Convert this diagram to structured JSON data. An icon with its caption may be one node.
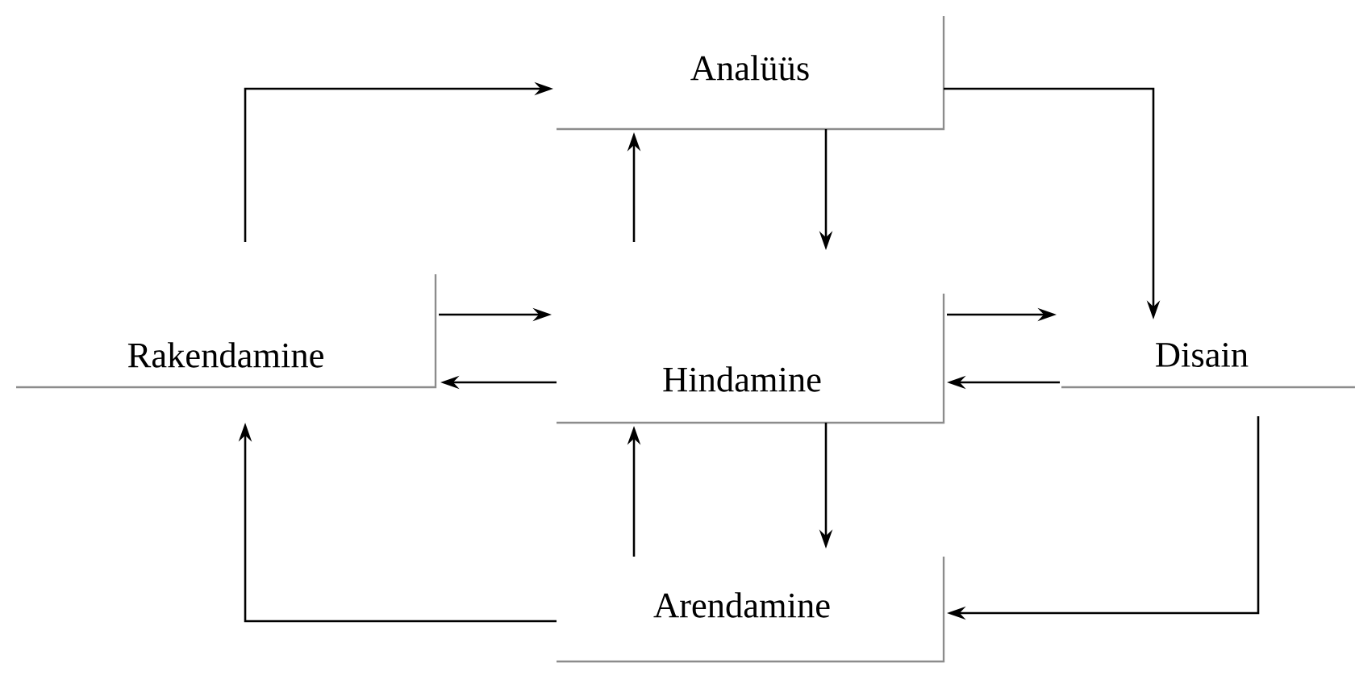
{
  "diagram": {
    "nodes": [
      {
        "text": [
          "Analüüs"
        ]
      },
      {
        "text": [
          "Rakendamine"
        ]
      },
      {
        "text": [
          "Hindamine"
        ]
      },
      {
        "text": [
          "Disain"
        ]
      },
      {
        "text": [
          "Arendamine"
        ]
      }
    ],
    "edges": [
      {
        "from": 1,
        "to": 0,
        "arrow": "to"
      },
      {
        "from": 0,
        "to": 3,
        "arrow": "to"
      },
      {
        "from": 2,
        "to": 0,
        "arrow": "to"
      },
      {
        "from": 0,
        "to": 2,
        "arrow": "to"
      },
      {
        "from": 1,
        "to": 2,
        "arrow": "to"
      },
      {
        "from": 2,
        "to": 1,
        "arrow": "to"
      },
      {
        "from": 2,
        "to": 3,
        "arrow": "to"
      },
      {
        "from": 3,
        "to": 2,
        "arrow": "to"
      },
      {
        "from": 2,
        "to": 4,
        "arrow": "to"
      },
      {
        "from": 4,
        "to": 2,
        "arrow": "to"
      },
      {
        "from": 4,
        "to": 1,
        "arrow": "to"
      },
      {
        "from": 3,
        "to": 4,
        "arrow": "to"
      }
    ]
  }
}
